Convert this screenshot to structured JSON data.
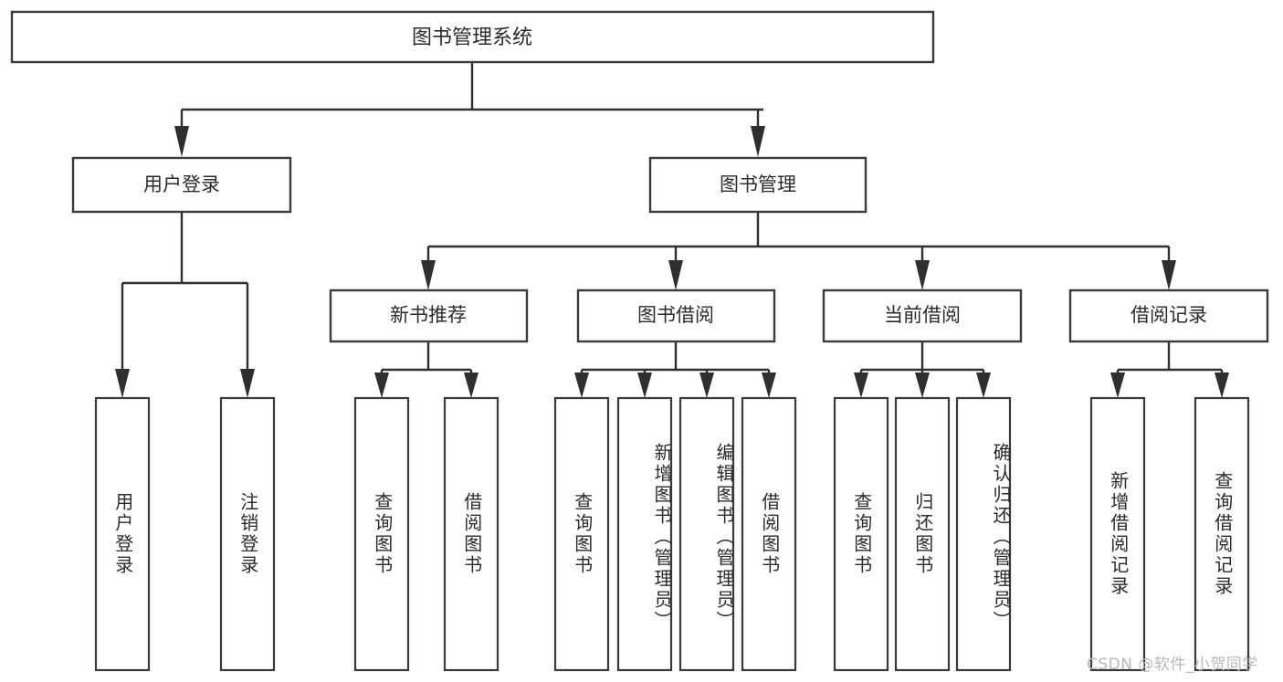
{
  "diagram": {
    "title": "图书管理系统",
    "type": "tree-hierarchy-chart",
    "colors": {
      "box_stroke": "#3a3a3a",
      "connector": "#2f2f2f",
      "box_fill": "#ffffff",
      "text": "#2b2b2b",
      "background": "#ffffff",
      "watermark": "#b9b9b9"
    },
    "root": {
      "label": "图书管理系统"
    },
    "level1": [
      {
        "label": "用户登录"
      },
      {
        "label": "图书管理"
      }
    ],
    "level2": [
      {
        "label": "新书推荐"
      },
      {
        "label": "图书借阅"
      },
      {
        "label": "当前借阅"
      },
      {
        "label": "借阅记录"
      }
    ],
    "leaves": {
      "user_login": [
        {
          "label": "用户登录"
        },
        {
          "label": "注销登录"
        }
      ],
      "new_book_recommend": [
        {
          "label": "查询图书"
        },
        {
          "label": "借阅图书"
        }
      ],
      "book_borrow": [
        {
          "label": "查询图书"
        },
        {
          "label": "新增图书（管理员）"
        },
        {
          "label": "编辑图书（管理员）"
        },
        {
          "label": "借阅图书"
        }
      ],
      "current_borrow": [
        {
          "label": "查询图书"
        },
        {
          "label": "归还图书"
        },
        {
          "label": "确认归还（管理员）"
        }
      ],
      "borrow_record": [
        {
          "label": "新增借阅记录"
        },
        {
          "label": "查询借阅记录"
        }
      ]
    },
    "watermark": "CSDN @软件_小贺同学"
  }
}
